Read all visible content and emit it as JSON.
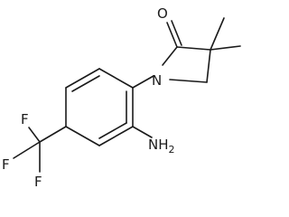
{
  "diagram": {
    "atoms": {
      "oxygen": "O",
      "nitrogen": "N",
      "amine": "NH",
      "amine_subscript": "2",
      "fluorine_top": "F",
      "fluorine_left": "F",
      "fluorine_bottom": "F"
    },
    "line_color": "#1a1a1a",
    "background_color": "#ffffff"
  }
}
